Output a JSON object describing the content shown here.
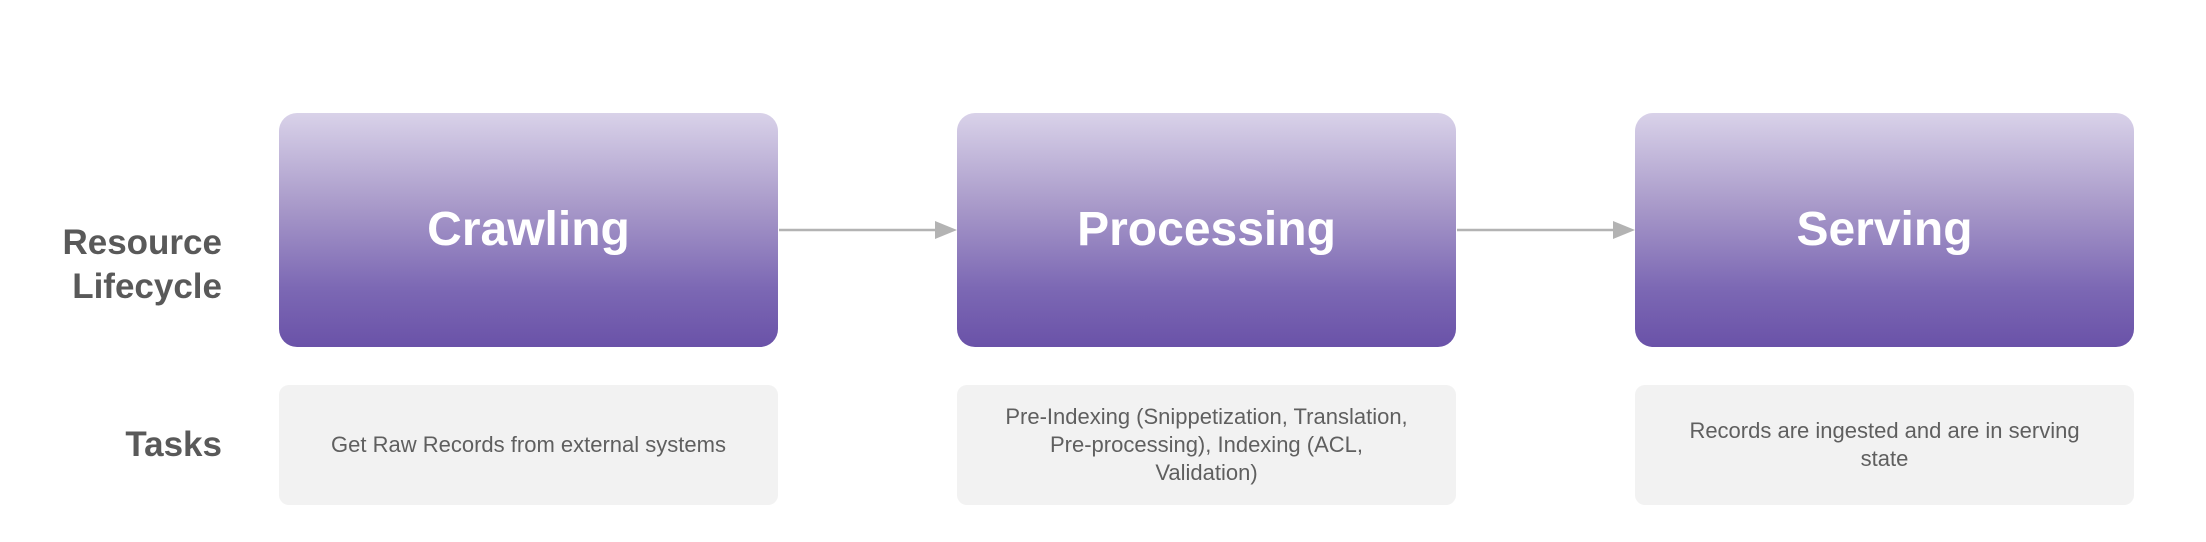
{
  "row_labels": {
    "lifecycle_line1": "Resource",
    "lifecycle_line2": "Lifecycle",
    "tasks": "Tasks"
  },
  "stages": [
    {
      "title": "Crawling"
    },
    {
      "title": "Processing"
    },
    {
      "title": "Serving"
    }
  ],
  "tasks": [
    {
      "text": "Get Raw Records from external systems"
    },
    {
      "text": "Pre-Indexing (Snippetization, Translation, Pre-processing), Indexing (ACL, Validation)"
    },
    {
      "text": "Records are ingested and are in serving state"
    }
  ],
  "colors": {
    "accent_top": "#d9d2e9",
    "accent_bottom": "#6a52a8",
    "task_bg": "#f2f2f2",
    "arrow": "#b3b3b3",
    "label": "#595959"
  }
}
